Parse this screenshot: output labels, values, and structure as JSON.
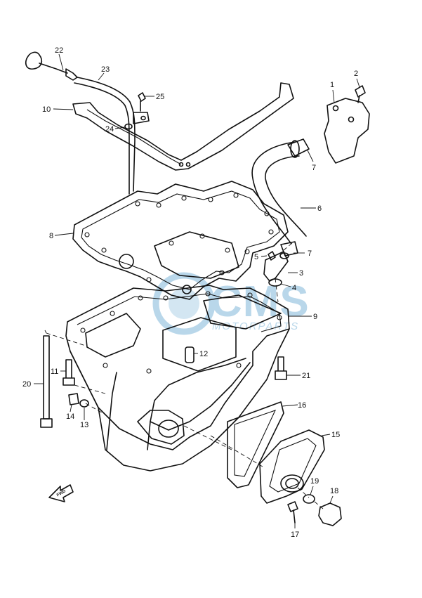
{
  "diagram": {
    "callouts": [
      {
        "id": "c1",
        "label": "1"
      },
      {
        "id": "c2",
        "label": "2"
      },
      {
        "id": "c3",
        "label": "3"
      },
      {
        "id": "c4",
        "label": "4"
      },
      {
        "id": "c5",
        "label": "5"
      },
      {
        "id": "c6",
        "label": "6"
      },
      {
        "id": "c7a",
        "label": "7"
      },
      {
        "id": "c7b",
        "label": "7"
      },
      {
        "id": "c8",
        "label": "8"
      },
      {
        "id": "c9",
        "label": "9"
      },
      {
        "id": "c10",
        "label": "10"
      },
      {
        "id": "c11",
        "label": "11"
      },
      {
        "id": "c12",
        "label": "12"
      },
      {
        "id": "c13",
        "label": "13"
      },
      {
        "id": "c14",
        "label": "14"
      },
      {
        "id": "c15",
        "label": "15"
      },
      {
        "id": "c16",
        "label": "16"
      },
      {
        "id": "c17",
        "label": "17"
      },
      {
        "id": "c18",
        "label": "18"
      },
      {
        "id": "c19",
        "label": "19"
      },
      {
        "id": "c20",
        "label": "20"
      },
      {
        "id": "c21",
        "label": "21"
      },
      {
        "id": "c22",
        "label": "22"
      },
      {
        "id": "c23",
        "label": "23"
      },
      {
        "id": "c24",
        "label": "24"
      },
      {
        "id": "c25",
        "label": "25"
      }
    ],
    "fwd_label": "FWD"
  },
  "watermark": {
    "brand": "CMS",
    "sub": "MOTORPARTS",
    "color": "#b9d7ea"
  }
}
